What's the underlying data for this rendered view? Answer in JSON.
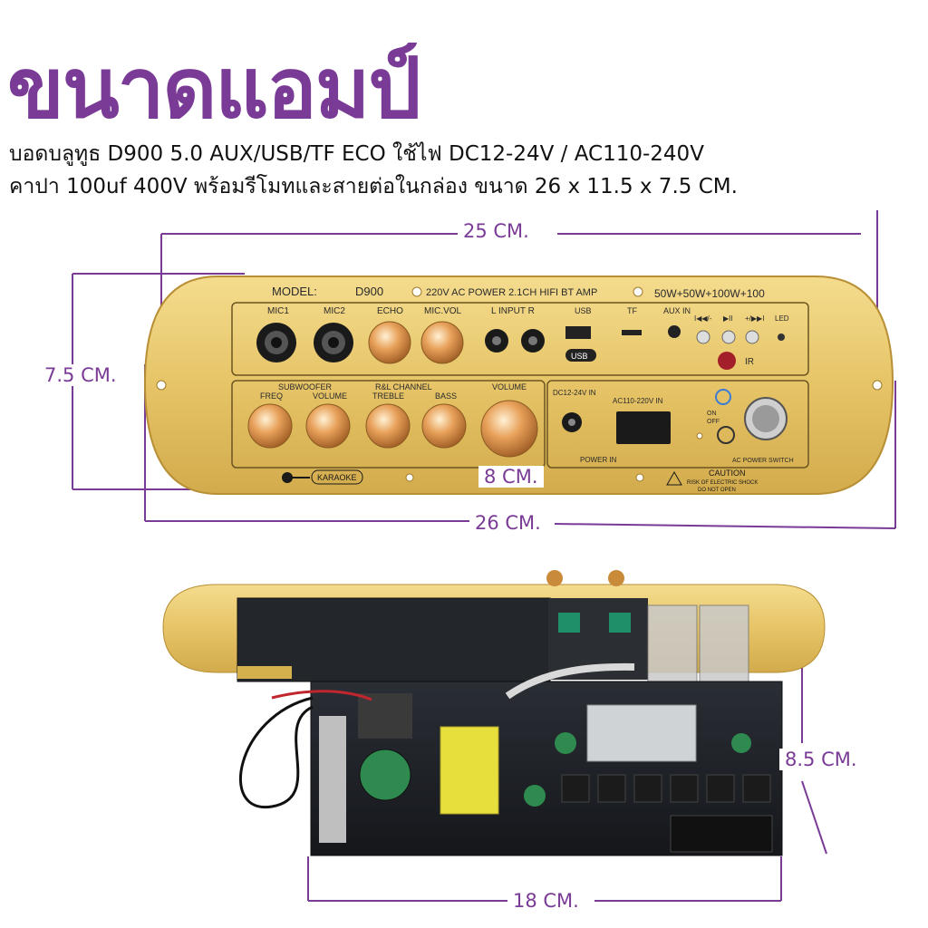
{
  "heading": {
    "title": "ขนาดแอมป์",
    "line1": "บอดบลูทูธ D900 5.0 AUX/USB/TF ECO ใช้ไฟ DC12-24V / AC110-240V",
    "line2": "คาปา 100uf 400V พร้อมรีโมทและสายต่อในกล่อง ขนาด 26 x 11.5 x 7.5 CM."
  },
  "dimensions": {
    "top_width": "25 CM.",
    "height": "7.5 CM.",
    "jack_spacing": "8 CM.",
    "bottom_width": "26 CM.",
    "board_height": "8.5 CM.",
    "board_width": "18 CM."
  },
  "front_panel": {
    "model_label": "MODEL:",
    "model": "D900",
    "spec": "220V AC POWER 2.1CH HIFI BT AMP",
    "power": "50W+50W+100W+100",
    "mic1": "MIC1",
    "mic2": "MIC2",
    "echo": "ECHO",
    "mic_vol": "MIC.VOL",
    "input": "L  INPUT  R",
    "usb": "USB",
    "tf": "TF",
    "aux_in": "AUX IN",
    "prev": "I◀◀/-",
    "play": "▶II",
    "next": "+/▶▶I",
    "led": "LED",
    "ir": "IR",
    "subwoofer": "SUBWOOFER",
    "freq": "FREQ",
    "volume": "VOLUME",
    "rl_channel": "R&L CHANNEL",
    "treble": "TREBLE",
    "bass": "BASS",
    "master_volume": "VOLUME",
    "dc_in": "DC12-24V IN",
    "ac_in": "AC110-220V IN",
    "power_in": "POWER IN",
    "on": "ON",
    "off": "OFF",
    "ac_switch": "AC POWER SWITCH",
    "karaoke": "KARAOKE",
    "caution": "CAUTION",
    "caution_sub1": "RISK OF ELECTRIC SHOCK",
    "caution_sub2": "DO NOT OPEN",
    "usb_badge": "USB"
  },
  "colors": {
    "accent": "#7a3b96",
    "gold": "#e6c467",
    "board": "#1c1f24"
  }
}
